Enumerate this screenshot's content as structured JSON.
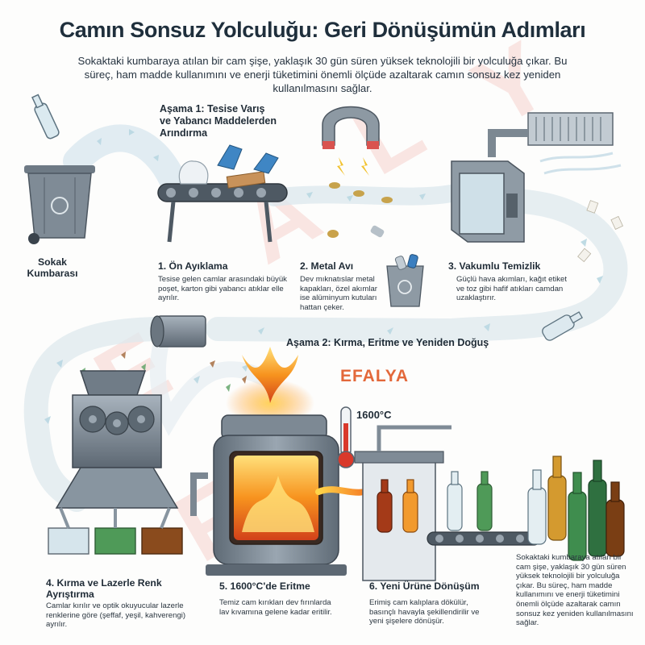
{
  "title": "Camın Sonsuz Yolculuğu: Geri Dönüşümün Adımları",
  "intro": "Sokaktaki kumbaraya atılan bir cam şişe, yaklaşık 30 gün süren yüksek teknolojili bir yolculuğa çıkar. Bu süreç, ham madde kullanımını ve enerji tüketimini önemli ölçüde azaltarak camın sonsuz kez yeniden kullanılmasını sağlar.",
  "brand": "EFALYA",
  "watermark": "EFALYA",
  "bin_label": "Sokak\nKumbarası",
  "phase1": "Aşama 1: Tesise Varış\nve Yabancı Maddelerden\nArındırma",
  "phase2": "Aşama 2: Kırma, Eritme ve Yeniden Doğuş",
  "temperature": "1600°C",
  "steps": [
    {
      "title": "1. Ön Ayıklama",
      "desc": "Tesise gelen camlar arasındaki büyük poşet, karton gibi yabancı atıklar elle ayrılır."
    },
    {
      "title": "2. Metal Avı",
      "desc": "Dev mıknatıslar metal kapakları, özel akımlar ise alüminyum kutuları hattan çeker."
    },
    {
      "title": "3. Vakumlu Temizlik",
      "desc": "Güçlü hava akımları, kağıt etiket ve toz gibi hafif atıkları camdan uzaklaştırır."
    },
    {
      "title": "4. Kırma ve Lazerle Renk Ayrıştırma",
      "desc": "Camlar kırılır ve optik okuyucular lazerle renklerine göre (şeffaf, yeşil, kahverengi) ayrılır."
    },
    {
      "title": "5. 1600°C'de Eritme",
      "desc": "Temiz cam kırıkları dev fırınlarda lav kıvamına gelene kadar eritilir."
    },
    {
      "title": "6. Yeni Ürüne Dönüşüm",
      "desc": "Erimiş cam kalıplara dökülür, basınçlı havayla şekillendirilir ve yeni şişelere dönüşür."
    }
  ],
  "summary": "Sokaktaki kumbaraya atılan bir cam şişe, yaklaşık 30 gün süren yüksek teknolojili bir yolculuğa çıkar. Bu süreç, ham madde kullanımını ve enerji tüketimini önemli ölçüde azaltarak camın sonsuz kez yeniden kullanılmasını sağlar.",
  "colors": {
    "accent": "#e3683a",
    "text": "#1f2b36",
    "glass_green": "#3f8d4e",
    "glass_brown": "#8a4b1d",
    "metal": "#7d8a96",
    "fire": "#f08a1c"
  }
}
